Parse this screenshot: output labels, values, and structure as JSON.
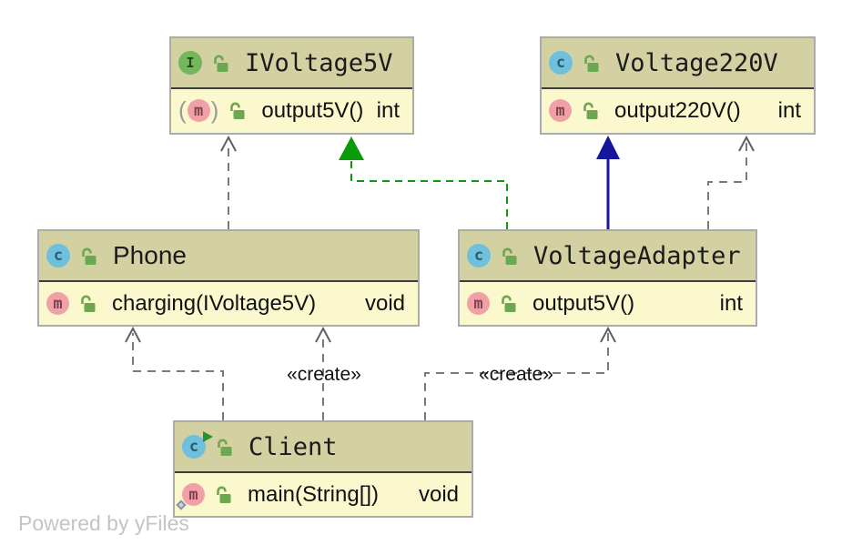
{
  "colors": {
    "node_header": "#d3d0a1",
    "node_body": "#fbf8cd",
    "node_border": "#ababab",
    "node_divider": "#3c3c3c",
    "dependency": "#7a7a7a",
    "realization": "#0a9a0a",
    "extends": "#16169b",
    "interface_icon": "#74b65a",
    "class_icon": "#6fc0dc",
    "method_icon": "#f2a0a8",
    "lock_icon": "#6ba84f",
    "label": "#111111",
    "watermark": "#c4c4c4"
  },
  "icons": {
    "class_letter": "c",
    "interface_letter": "I",
    "method_letter": "m"
  },
  "nodes": {
    "ivoltage5v": {
      "title": "IVoltage5V",
      "member": {
        "signature": "output5V()",
        "returns": "int"
      }
    },
    "voltage220v": {
      "title": "Voltage220V",
      "member": {
        "signature": "output220V()",
        "returns": "int"
      }
    },
    "phone": {
      "title": "Phone",
      "member": {
        "signature": "charging(IVoltage5V)",
        "returns": "void"
      }
    },
    "voltageadapter": {
      "title": "VoltageAdapter",
      "member": {
        "signature": "output5V()",
        "returns": "int"
      }
    },
    "client": {
      "title": "Client",
      "member": {
        "signature": "main(String[])",
        "returns": "void"
      }
    }
  },
  "edge_labels": {
    "create_phone": "«create»",
    "create_adapter": "«create»"
  },
  "watermark": "Powered by yFiles"
}
